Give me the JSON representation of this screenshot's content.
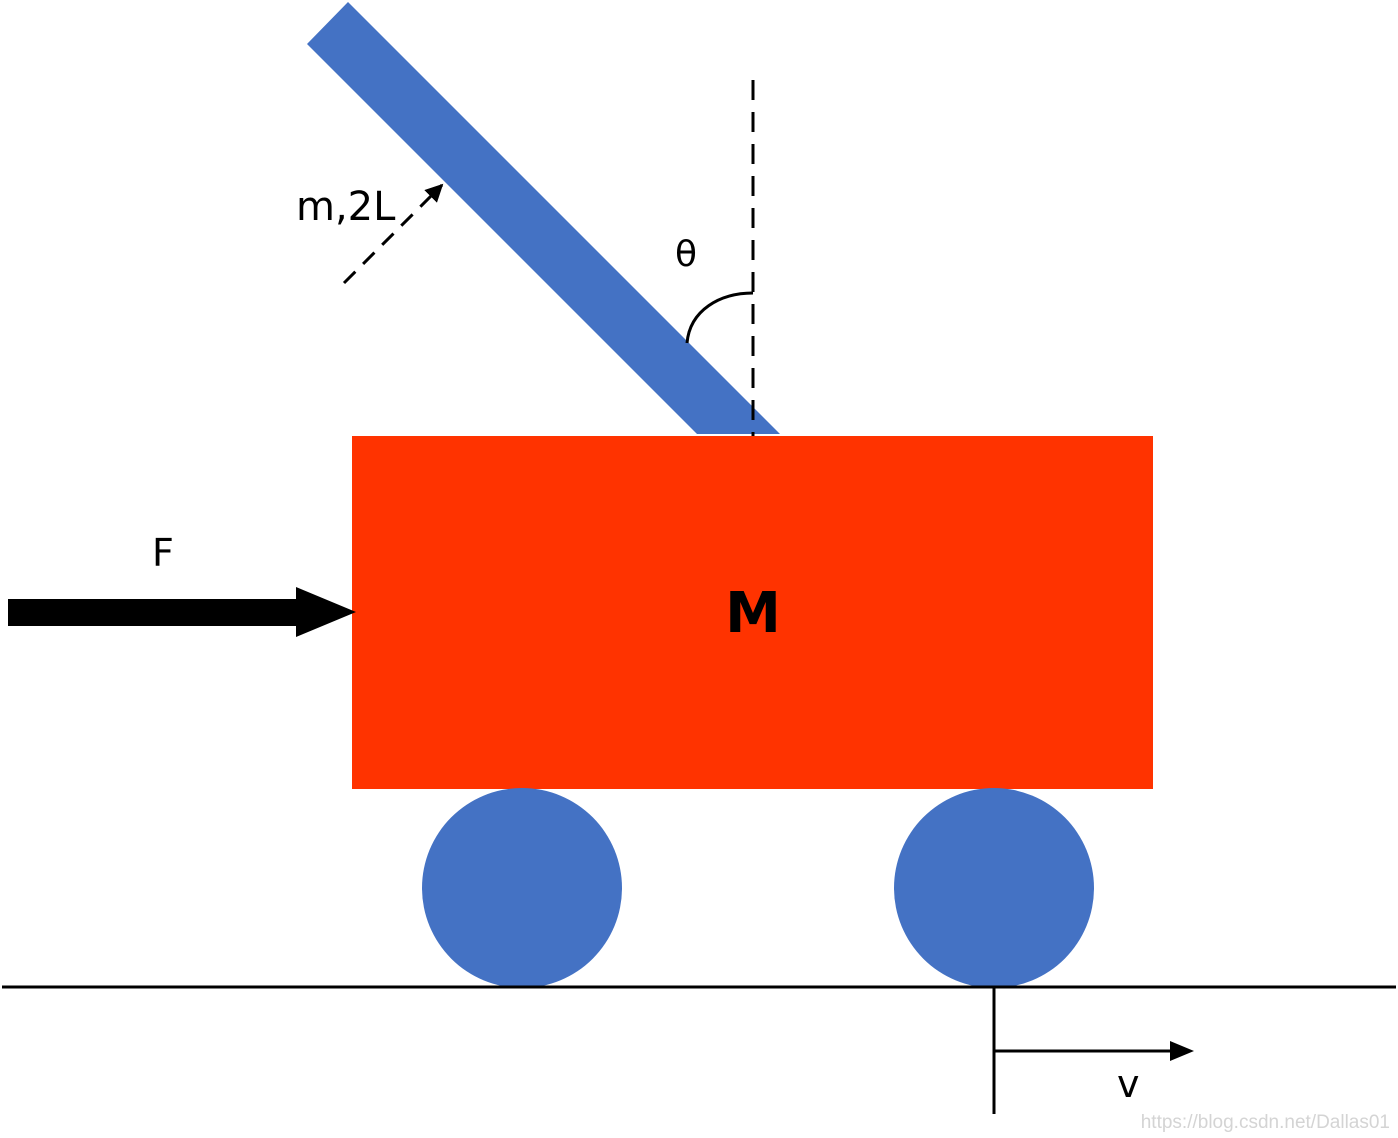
{
  "labels": {
    "cart_mass": "M",
    "pole": "m,2L",
    "angle": "θ",
    "force": "F",
    "velocity": "v"
  },
  "watermark": "https://blog.csdn.net/Dallas01",
  "colors": {
    "cart": "#ff3300",
    "pole": "#4472c4",
    "wheel": "#4472c4",
    "line": "#000000",
    "background": "#ffffff",
    "watermark": "#d4d4d4"
  }
}
